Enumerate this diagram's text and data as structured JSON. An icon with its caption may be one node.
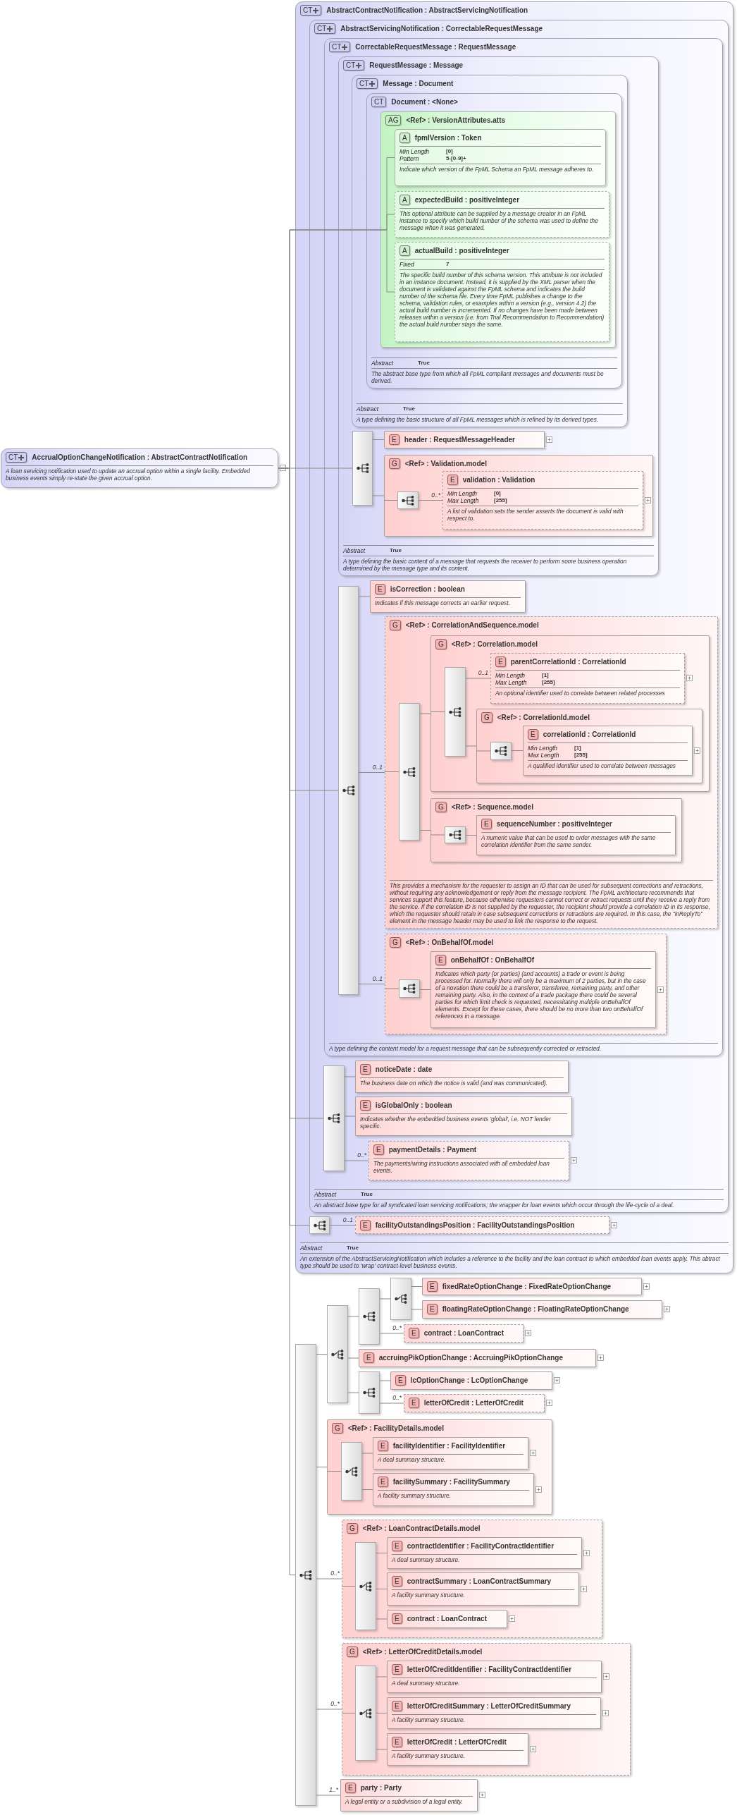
{
  "diagram": {
    "nodes": [
      {
        "text": [
          "CT",
          "AccrualOptionChangeNotification : AbstractContractNotification",
          "A loan servicing notification used to update an accrual option within a single facility. Embedded business events simply re-state the given accrual option."
        ]
      },
      {
        "text": [
          "CT",
          "AbstractContractNotification : AbstractServicingNotification",
          "Abstract",
          "True",
          "An extension of the AbstractServicingNotification which includes a reference to the facility and the loan contract to which embedded loan events apply. This abtract type should be used to 'wrap' contract-level business events."
        ]
      },
      {
        "text": [
          "CT",
          "AbstractServicingNotification : CorrectableRequestMessage",
          "Abstract",
          "True",
          "An abstract base type for all syndicated loan servicing notifications; the wrapper for loan events which occur through the life-cycle of a deal."
        ],
        "in": 1
      },
      {
        "text": [
          "CT",
          "CorrectableRequestMessage : RequestMessage",
          "A type defining the content model for a request message that can be subsequently corrected or retracted."
        ],
        "in": 2
      },
      {
        "text": [
          "CT",
          "RequestMessage : Message",
          "Abstract",
          "True",
          "A type defining the basic content of a message that requests the receiver to perform some business operation determined by the message type and its content."
        ],
        "in": 3
      },
      {
        "text": [
          "CT",
          "Message : Document",
          "Abstract",
          "True",
          "A type defining the basic structure of all FpML messages which is refined by its derived types."
        ],
        "in": 4
      },
      {
        "text": [
          "CT",
          "Document : <None>",
          "Abstract",
          "True",
          "The abstract base type from which all FpML compliant messages and documents must be derived."
        ],
        "in": 5
      },
      {
        "text": [
          "AG",
          "<Ref> : VersionAttributes.atts"
        ],
        "in": 6
      },
      {
        "text": [
          "A",
          "fpmlVersion : Token",
          "Min Length",
          "[0]",
          "Pattern",
          "5-[0-9]+",
          "Indicate which version of the FpML Schema an FpML message adheres to."
        ],
        "in": 7
      },
      {
        "text": [
          "A",
          "expectedBuild : positiveInteger",
          "This optional attribute can be supplied by a message creator in an FpML instance to specify which build number of the schema was used to define the message when it was generated."
        ],
        "in": 7
      },
      {
        "text": [
          "A",
          "actualBuild : positiveInteger",
          "Fixed",
          "7",
          "The specific build number of this schema version. This attribute is not included in an instance document. Instead, it is supplied by the XML parser when the document is validated against the FpML schema and indicates the build number of the schema file. Every time FpML publishes a change to the schema, validation rules, or examples within a version (e.g., version 4.2) the actual build number is incremented. If no changes have been made between releases within a version (i.e. from Trial Recommendation to Recommendation) the actual build number stays the same."
        ],
        "in": 7
      },
      {
        "text": [],
        "shape": "bar",
        "in": 4
      },
      {
        "text": [
          "E",
          "header : RequestMessageHeader"
        ],
        "in": 4
      },
      {
        "text": [
          "G",
          "<Ref> : Validation.model"
        ],
        "in": 4
      },
      {
        "text": [],
        "shape": "bar",
        "in": 13
      },
      {
        "text": [
          "E",
          "validation : Validation",
          "Min Length",
          "[0]",
          "Max Length",
          "[255]",
          "A list of validation sets the sender asserts the document is valid with respect to."
        ],
        "in": 13
      },
      {
        "text": [],
        "shape": "bar",
        "in": 3
      },
      {
        "text": [
          "E",
          "isCorrection : boolean",
          "Indicates if this message corrects an earlier request."
        ],
        "in": 3
      },
      {
        "text": [
          "G",
          "<Ref> : CorrelationAndSequence.model",
          "This provides a mechanism for the requester to assign an ID that can be used for subsequent corrections and retractions, without requiring any acknowledgement or reply from the message recipient. The FpML architecture recommends that services support this feature, because otherwise requesters cannot correct or retract requests until they receive a reply from the service. If the correlation ID is not supplied by the requester, the recipient should provide a correlation ID in its response, which the requester should retain in case subsequent corrections or retractions are required. In this case, the \"inReplyTo\" element in the message header may be used to link the response to the request."
        ],
        "in": 3
      },
      {
        "text": [],
        "shape": "bar",
        "in": 18
      },
      {
        "text": [
          "G",
          "<Ref> : Correlation.model"
        ],
        "in": 18
      },
      {
        "text": [],
        "shape": "bar",
        "in": 20
      },
      {
        "text": [
          "E",
          "parentCorrelationId : CorrelationId",
          "Min Length",
          "[1]",
          "Max Length",
          "[255]",
          "An optional identifier used to correlate between related processes"
        ],
        "in": 20
      },
      {
        "text": [
          "G",
          "<Ref> : CorrelationId.model"
        ],
        "in": 20
      },
      {
        "text": [],
        "shape": "bar",
        "in": 23
      },
      {
        "text": [
          "E",
          "correlationId : CorrelationId",
          "Min Length",
          "[1]",
          "Max Length",
          "[255]",
          "A qualified identifier used to correlate between messages"
        ],
        "in": 23
      },
      {
        "text": [
          "G",
          "<Ref> : Sequence.model"
        ],
        "in": 18
      },
      {
        "text": [],
        "shape": "bar",
        "in": 26
      },
      {
        "text": [
          "E",
          "sequenceNumber : positiveInteger",
          "A numeric value that can be used to order messages with the same correlation identifier from the same sender."
        ],
        "in": 26
      },
      {
        "text": [
          "G",
          "<Ref> : OnBehalfOf.model"
        ],
        "in": 3
      },
      {
        "text": [],
        "shape": "bar",
        "in": 29
      },
      {
        "text": [
          "E",
          "onBehalfOf : OnBehalfOf",
          "Indicates which party (or parties) (and accounts) a trade or event is being processed for. Normally there will only be a maximum of 2 parties, but in the case of a novation there could be a transferor, transferee, remaining party, and other remaining party. Also, in the context of a trade package there could be several parties for which limit check is requested, necessitating multiple onBehalfOf elements. Except for these cases, there should be no more than two onBehalfOf references in a message."
        ],
        "in": 29
      },
      {
        "text": [],
        "shape": "bar",
        "in": 2
      },
      {
        "text": [
          "E",
          "noticeDate : date",
          "The business date on which the notice is valid (and was communicated)."
        ],
        "in": 2
      },
      {
        "text": [
          "E",
          "isGlobalOnly : boolean",
          "Indicates whether the embedded business events 'global', i.e. NOT lender specific."
        ],
        "in": 2
      },
      {
        "text": [
          "E",
          "paymentDetails : Payment",
          "The payments/wiring instructions associated with all embedded loan events."
        ],
        "in": 2
      },
      {
        "text": [],
        "shape": "bar",
        "in": 1
      },
      {
        "text": [
          "E",
          "facilityOutstandingsPosition : FacilityOutstandingsPosition"
        ],
        "in": 1
      },
      {
        "text": [],
        "shape": "bar"
      },
      {
        "text": [],
        "shape": "bar"
      },
      {
        "text": [],
        "shape": "bar"
      },
      {
        "text": [],
        "shape": "bar"
      },
      {
        "text": [
          "E",
          "fixedRateOptionChange : FixedRateOptionChange"
        ]
      },
      {
        "text": [
          "E",
          "floatingRateOptionChange : FloatingRateOptionChange"
        ]
      },
      {
        "text": [
          "E",
          "contract : LoanContract"
        ]
      },
      {
        "text": [
          "E",
          "accruingPikOptionChange : AccruingPikOptionChange"
        ]
      },
      {
        "text": [],
        "shape": "bar"
      },
      {
        "text": [
          "E",
          "lcOptionChange : LcOptionChange"
        ]
      },
      {
        "text": [
          "E",
          "letterOfCredit : LetterOfCredit"
        ]
      },
      {
        "text": [
          "G",
          "<Ref> : FacilityDetails.model"
        ]
      },
      {
        "text": [],
        "shape": "bar",
        "in": 49
      },
      {
        "text": [
          "E",
          "facilityIdentifier : FacilityIdentifier",
          "A deal summary structure."
        ],
        "in": 49
      },
      {
        "text": [
          "E",
          "facilitySummary : FacilitySummary",
          "A facility summary structure."
        ],
        "in": 49
      },
      {
        "text": [
          "G",
          "<Ref> : LoanContractDetails.model"
        ]
      },
      {
        "text": [],
        "shape": "bar",
        "in": 53
      },
      {
        "text": [
          "E",
          "contractIdentifier : FacilityContractIdentifier",
          "A deal summary structure."
        ],
        "in": 53
      },
      {
        "text": [
          "E",
          "contractSummary : LoanContractSummary",
          "A facility summary structure."
        ],
        "in": 53
      },
      {
        "text": [
          "E",
          "contract : LoanContract"
        ],
        "in": 53
      },
      {
        "text": [
          "G",
          "<Ref> : LetterOfCreditDetails.model"
        ]
      },
      {
        "text": [],
        "shape": "bar",
        "in": 58
      },
      {
        "text": [
          "E",
          "letterOfCreditIdentifier : FacilityContractIdentifier",
          "A deal summary structure."
        ],
        "in": 58
      },
      {
        "text": [
          "E",
          "letterOfCreditSummary : LetterOfCreditSummary",
          "A facility summary structure."
        ],
        "in": 58
      },
      {
        "text": [
          "E",
          "letterOfCredit : LetterOfCredit",
          "A facility summary structure."
        ],
        "in": 58
      },
      {
        "text": [
          "E",
          "party : Party",
          "A legal entity or a subdivision of a legal entity."
        ]
      }
    ],
    "edges": [
      {
        "from": 0,
        "to": 8,
        "arrow": "none"
      },
      {
        "from": 0,
        "to": 9,
        "arrow": "none"
      },
      {
        "from": 0,
        "to": 10,
        "arrow": "none"
      },
      {
        "from": 0,
        "to": 11,
        "arrow": "none"
      },
      {
        "from": 11,
        "to": 12,
        "arrow": "none"
      },
      {
        "from": 11,
        "to": 13,
        "arrow": "none"
      },
      {
        "from": 13,
        "to": 14,
        "arrow": "none"
      },
      {
        "from": 14,
        "to": 15,
        "arrow": "none",
        "label": "0..*"
      },
      {
        "from": 0,
        "to": 16,
        "arrow": "none"
      },
      {
        "from": 16,
        "to": 17,
        "arrow": "none"
      },
      {
        "from": 16,
        "to": 18,
        "arrow": "none",
        "label": "0..1"
      },
      {
        "from": 18,
        "to": 19,
        "arrow": "none"
      },
      {
        "from": 19,
        "to": 20,
        "arrow": "none"
      },
      {
        "from": 20,
        "to": 21,
        "arrow": "none"
      },
      {
        "from": 21,
        "to": 22,
        "arrow": "none",
        "label": "0..1"
      },
      {
        "from": 21,
        "to": 23,
        "arrow": "none"
      },
      {
        "from": 23,
        "to": 24,
        "arrow": "none"
      },
      {
        "from": 24,
        "to": 25,
        "arrow": "none"
      },
      {
        "from": 19,
        "to": 26,
        "arrow": "none"
      },
      {
        "from": 26,
        "to": 27,
        "arrow": "none"
      },
      {
        "from": 27,
        "to": 28,
        "arrow": "none"
      },
      {
        "from": 16,
        "to": 29,
        "arrow": "none",
        "label": "0..1"
      },
      {
        "from": 29,
        "to": 30,
        "arrow": "none"
      },
      {
        "from": 30,
        "to": 31,
        "arrow": "none"
      },
      {
        "from": 0,
        "to": 32,
        "arrow": "none"
      },
      {
        "from": 32,
        "to": 33,
        "arrow": "none"
      },
      {
        "from": 32,
        "to": 34,
        "arrow": "none"
      },
      {
        "from": 32,
        "to": 35,
        "arrow": "none",
        "label": "0..*"
      },
      {
        "from": 0,
        "to": 36,
        "arrow": "none"
      },
      {
        "from": 36,
        "to": 37,
        "arrow": "none",
        "label": "0..1"
      },
      {
        "from": 0,
        "to": 38,
        "arrow": "none"
      },
      {
        "from": 38,
        "to": 39,
        "arrow": "none"
      },
      {
        "from": 39,
        "to": 40,
        "arrow": "none"
      },
      {
        "from": 40,
        "to": 41,
        "arrow": "none"
      },
      {
        "from": 41,
        "to": 42,
        "arrow": "none"
      },
      {
        "from": 41,
        "to": 43,
        "arrow": "none"
      },
      {
        "from": 40,
        "to": 44,
        "arrow": "none",
        "label": "0..*"
      },
      {
        "from": 39,
        "to": 45,
        "arrow": "none"
      },
      {
        "from": 39,
        "to": 46,
        "arrow": "none"
      },
      {
        "from": 46,
        "to": 47,
        "arrow": "none"
      },
      {
        "from": 46,
        "to": 48,
        "arrow": "none",
        "label": "0..*"
      },
      {
        "from": 38,
        "to": 49,
        "arrow": "none"
      },
      {
        "from": 49,
        "to": 50,
        "arrow": "none"
      },
      {
        "from": 50,
        "to": 51,
        "arrow": "none"
      },
      {
        "from": 50,
        "to": 52,
        "arrow": "none"
      },
      {
        "from": 38,
        "to": 53,
        "arrow": "none",
        "label": "0..*"
      },
      {
        "from": 53,
        "to": 54,
        "arrow": "none"
      },
      {
        "from": 54,
        "to": 55,
        "arrow": "none"
      },
      {
        "from": 54,
        "to": 56,
        "arrow": "none"
      },
      {
        "from": 54,
        "to": 57,
        "arrow": "none"
      },
      {
        "from": 38,
        "to": 58,
        "arrow": "none",
        "label": "0..*"
      },
      {
        "from": 58,
        "to": 59,
        "arrow": "none"
      },
      {
        "from": 59,
        "to": 60,
        "arrow": "none"
      },
      {
        "from": 59,
        "to": 61,
        "arrow": "none"
      },
      {
        "from": 59,
        "to": 62,
        "arrow": "none"
      },
      {
        "from": 38,
        "to": 63,
        "arrow": "none",
        "label": "1..*"
      }
    ]
  }
}
